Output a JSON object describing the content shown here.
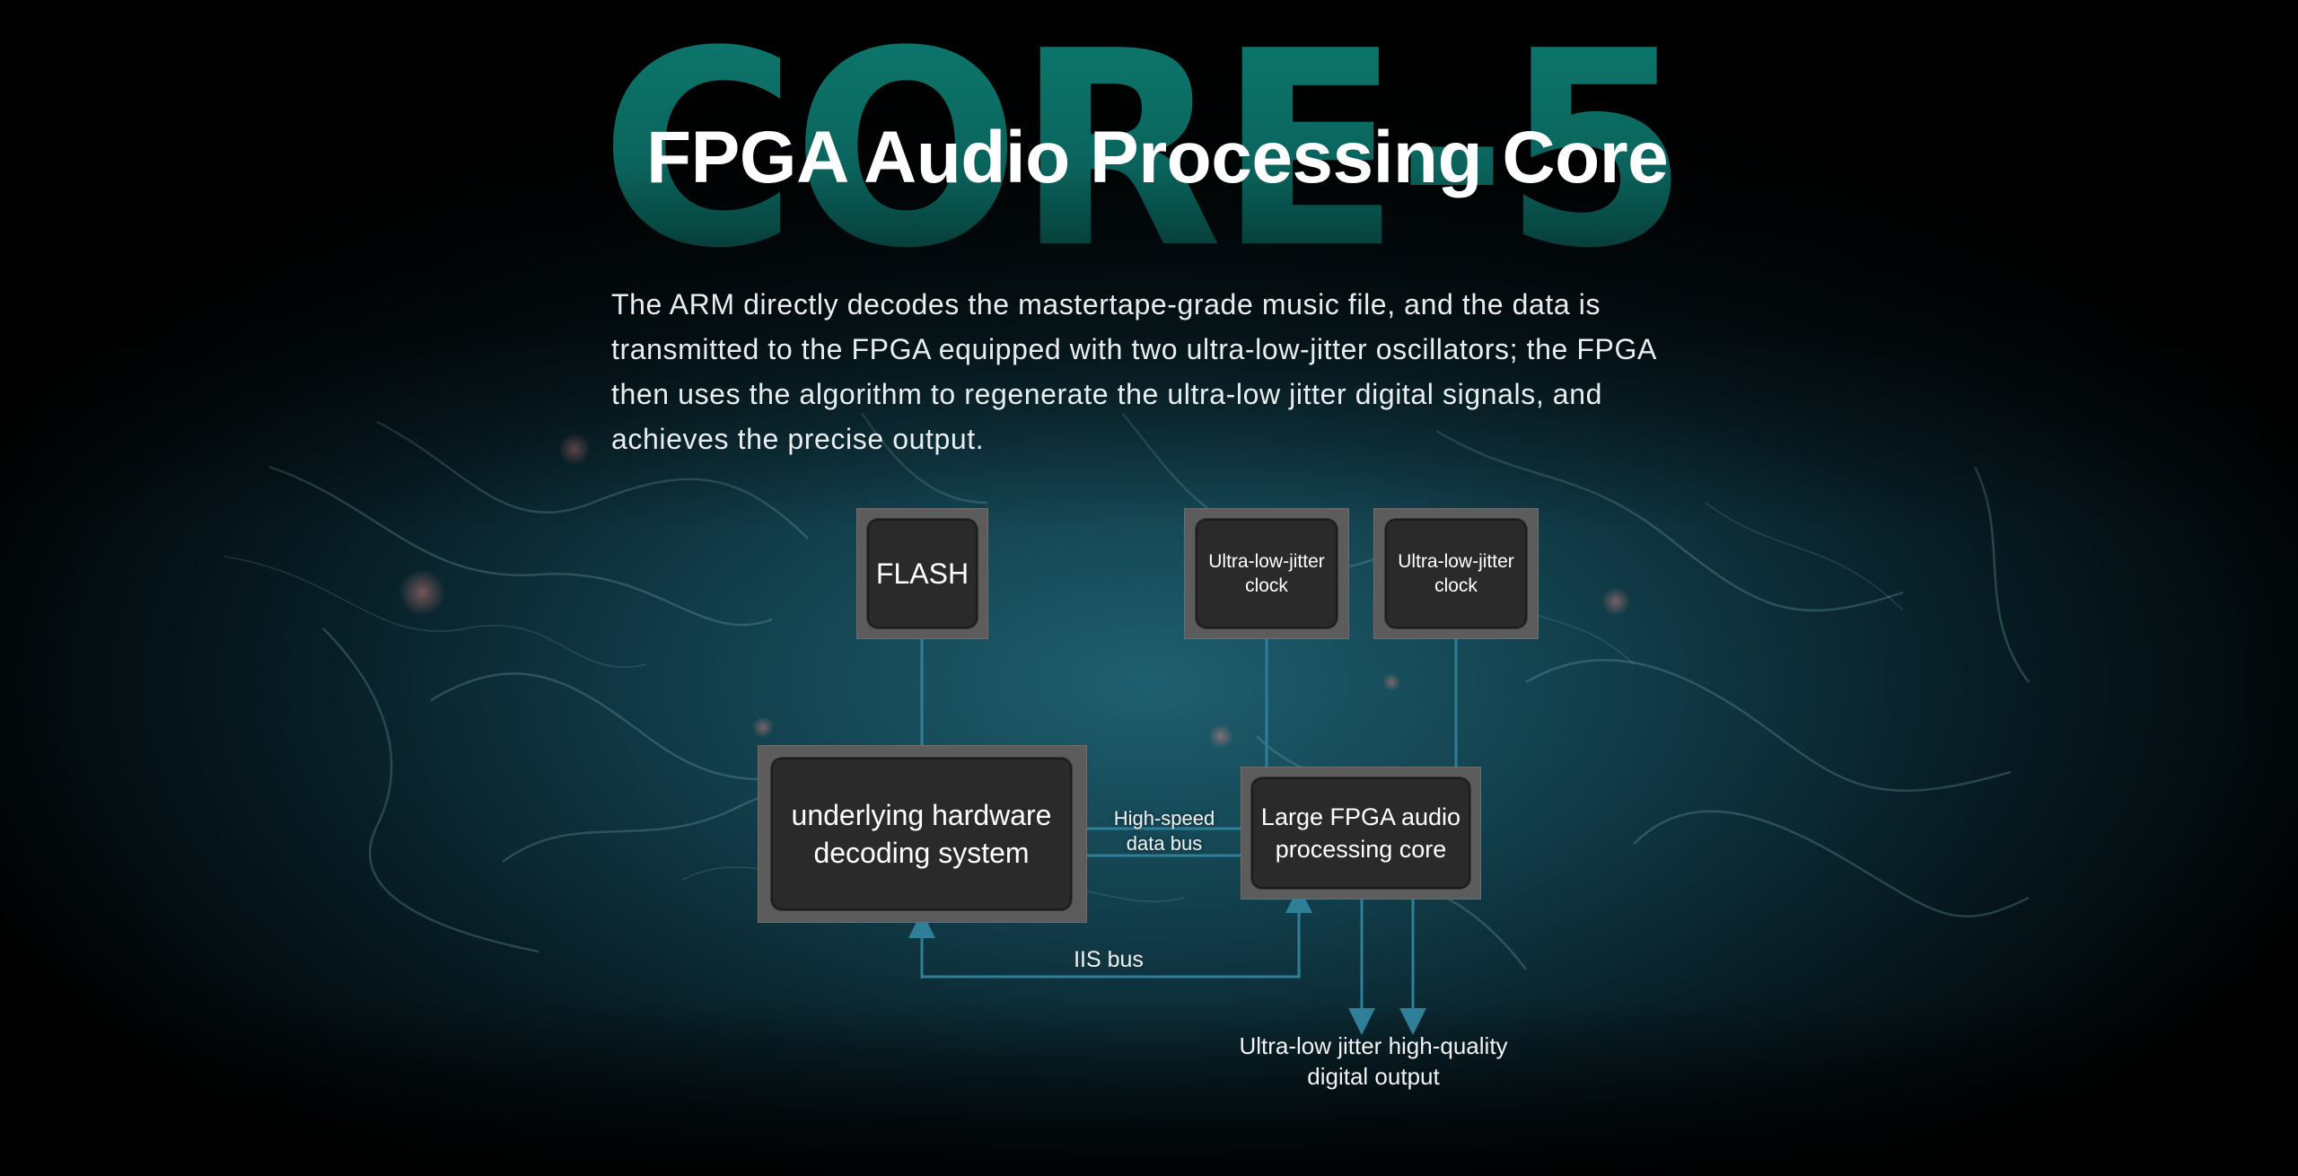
{
  "watermark": "CORE-5",
  "title": "FPGA Audio Processing Core",
  "description_lines": [
    "The ARM directly decodes the mastertape-grade music file, and the data is",
    "transmitted to the FPGA equipped with two ultra-low-jitter oscillators; the FPGA",
    "then uses the algorithm to regenerate the ultra-low jitter digital signals, and",
    "achieves the precise output."
  ],
  "diagram": {
    "flash": "FLASH",
    "clock1": [
      "Ultra-low-jitter",
      "clock"
    ],
    "clock2": [
      "Ultra-low-jitter",
      "clock"
    ],
    "decoder": [
      "underlying hardware",
      "decoding system"
    ],
    "fpga": [
      "Large FPGA audio",
      "processing core"
    ],
    "data_bus": [
      "High-speed",
      "data bus"
    ],
    "iis_bus": "IIS bus",
    "output": [
      "Ultra-low jitter high-quality",
      "digital output"
    ]
  },
  "colors": {
    "background": "#000000",
    "watermark": "#0b6a62",
    "wire": "#2f7f99",
    "chip_frame": "#5c5c5c",
    "chip_core": "#2a2a2a"
  }
}
